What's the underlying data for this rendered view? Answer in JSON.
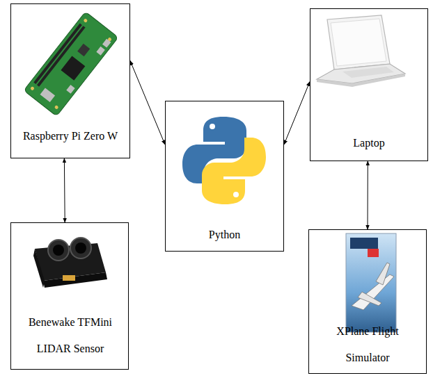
{
  "diagram": {
    "nodes": [
      {
        "text": [
          "Raspberry Pi Zero W"
        ]
      },
      {
        "text": [
          "Laptop"
        ]
      },
      {
        "text": [
          "Python"
        ]
      },
      {
        "text": [
          "Benewake TFMini LIDAR Sensor"
        ]
      },
      {
        "text": [
          "XPlane Flight Simulator"
        ]
      }
    ],
    "edges": [
      {
        "from": 0,
        "to": 2,
        "arrow": "both"
      },
      {
        "from": 2,
        "to": 1,
        "arrow": "both"
      },
      {
        "from": 0,
        "to": 3,
        "arrow": "both"
      },
      {
        "from": 1,
        "to": 4,
        "arrow": "both"
      }
    ]
  }
}
